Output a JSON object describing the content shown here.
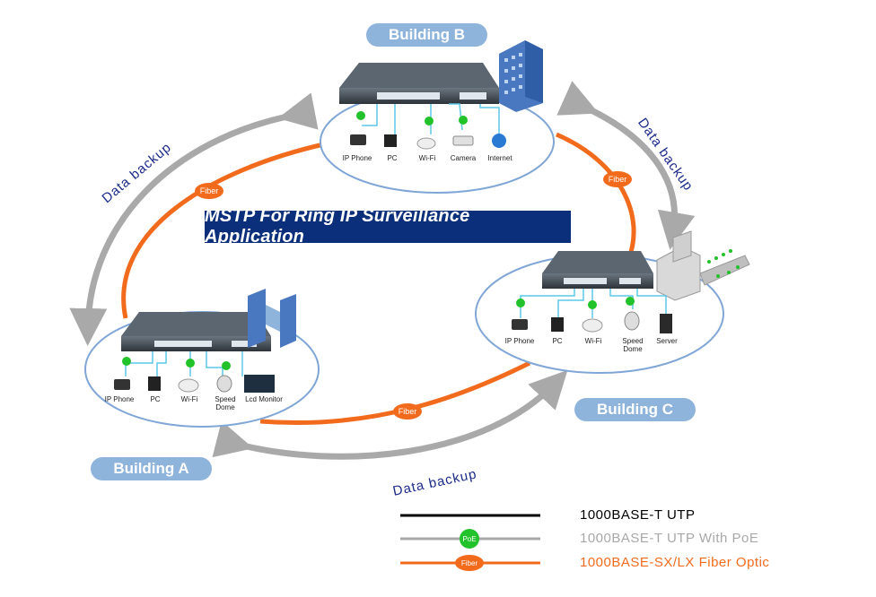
{
  "title": "MSTP For Ring IP Surveillance Application",
  "buildings": {
    "a": {
      "label": "Building A",
      "devices": [
        "IP Phone",
        "PC",
        "Wi-Fi",
        "Speed\nDome",
        "Lcd Monitor"
      ]
    },
    "b": {
      "label": "Building B",
      "devices": [
        "IP Phone",
        "PC",
        "Wi-Fi",
        "Camera",
        "Internet"
      ]
    },
    "c": {
      "label": "Building C",
      "devices": [
        "IP Phone",
        "PC",
        "Wi-Fi",
        "Speed\nDome",
        "Server"
      ]
    }
  },
  "links": {
    "fiber_label": "Fiber",
    "backup_label": "Data backup",
    "poe_label": "PoE"
  },
  "legend": [
    {
      "label": "1000BASE-T UTP",
      "color": "#000000",
      "badge": ""
    },
    {
      "label": "1000BASE-T UTP With PoE",
      "color": "#a8a8a8",
      "badge": "PoE"
    },
    {
      "label": "1000BASE-SX/LX Fiber Optic",
      "color": "#f26b1d",
      "badge": "Fiber"
    }
  ],
  "colors": {
    "fiber": "#f26b1d",
    "backup_arrow": "#a9a9a9",
    "ellipse": "#7fa6d6",
    "banner": "#0b2f7a",
    "poe": "#22c22a"
  }
}
